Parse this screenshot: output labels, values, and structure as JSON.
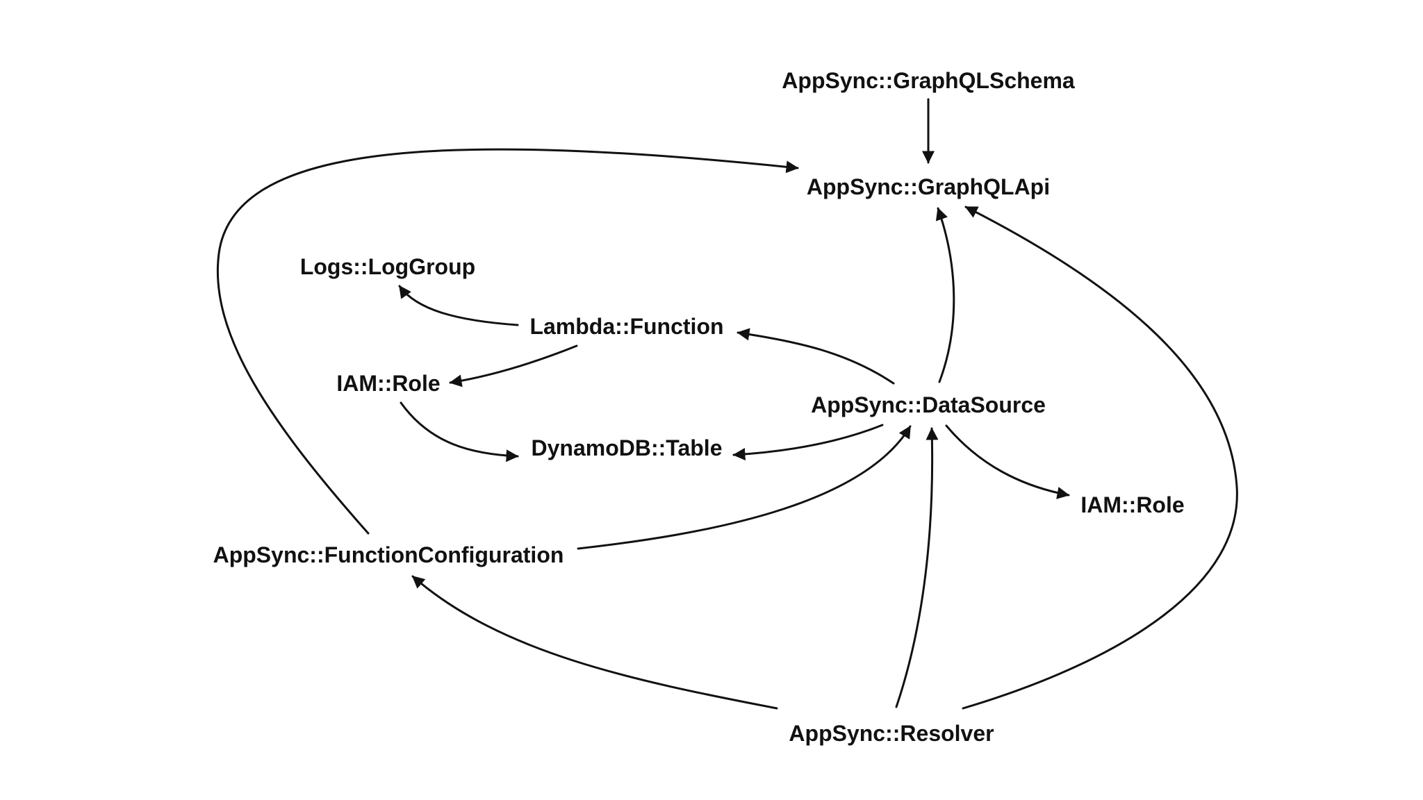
{
  "nodes": {
    "graphql_schema": "AppSync::GraphQLSchema",
    "graphql_api": "AppSync::GraphQLApi",
    "log_group": "Logs::LogGroup",
    "lambda_function": "Lambda::Function",
    "iam_role_left": "IAM::Role",
    "data_source": "AppSync::DataSource",
    "dynamodb_table": "DynamoDB::Table",
    "iam_role_right": "IAM::Role",
    "function_configuration": "AppSync::FunctionConfiguration",
    "resolver": "AppSync::Resolver"
  },
  "edges": [
    {
      "from": "graphql_schema",
      "to": "graphql_api"
    },
    {
      "from": "function_configuration",
      "to": "graphql_api"
    },
    {
      "from": "data_source",
      "to": "graphql_api"
    },
    {
      "from": "resolver",
      "to": "graphql_api"
    },
    {
      "from": "lambda_function",
      "to": "log_group"
    },
    {
      "from": "lambda_function",
      "to": "iam_role_left"
    },
    {
      "from": "iam_role_left",
      "to": "dynamodb_table"
    },
    {
      "from": "data_source",
      "to": "lambda_function"
    },
    {
      "from": "data_source",
      "to": "dynamodb_table"
    },
    {
      "from": "data_source",
      "to": "iam_role_right"
    },
    {
      "from": "function_configuration",
      "to": "data_source"
    },
    {
      "from": "resolver",
      "to": "data_source"
    },
    {
      "from": "resolver",
      "to": "function_configuration"
    }
  ],
  "colors": {
    "stroke": "#111111",
    "text": "#111111",
    "background": "#ffffff"
  }
}
